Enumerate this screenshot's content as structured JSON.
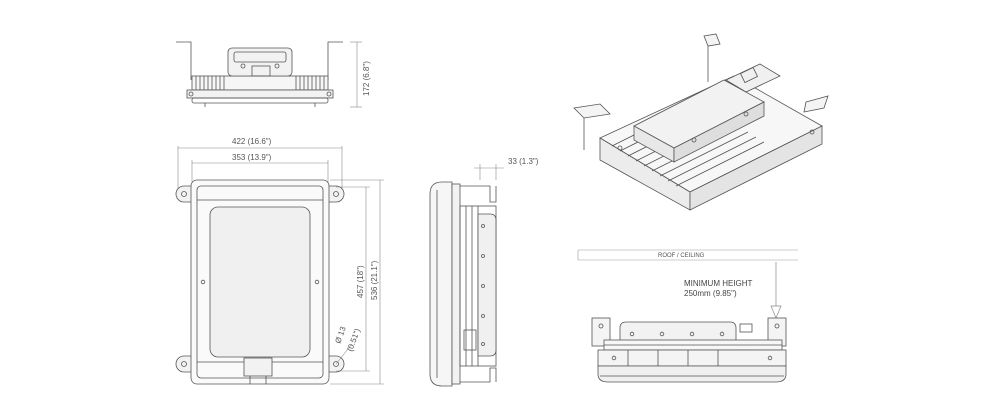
{
  "dimensions": {
    "height": "172 (6.8\")",
    "width_overall": "422 (16.6\")",
    "width_mount": "353 (13.9\")",
    "depth": "33 (1.3\")",
    "length_inner": "457 (18\")",
    "length_overall": "536 (21.1\")",
    "hole": "Ø 13",
    "hole_in": "(0.51\")"
  },
  "install": {
    "roof_label": "ROOF / CEILING",
    "min_height_title": "MINIMUM HEIGHT",
    "min_height_value": "250mm (9.85\")"
  },
  "colors": {
    "line": "#555555",
    "dim": "#888888",
    "fill": "#f4f4f4"
  }
}
